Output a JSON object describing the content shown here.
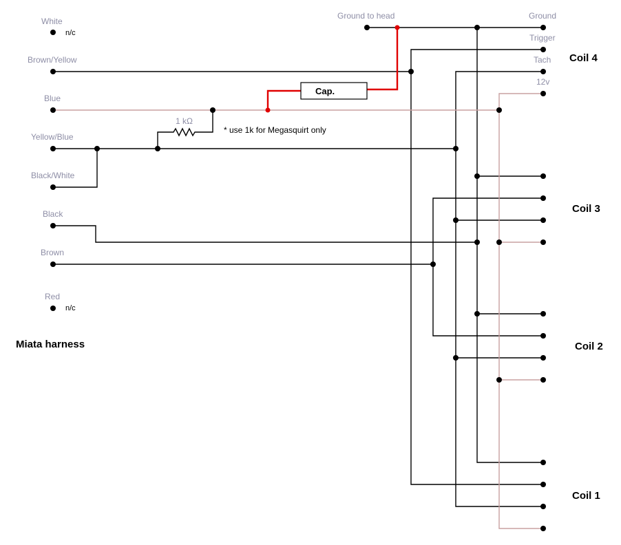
{
  "harness": {
    "title": "Miata harness",
    "wires": [
      {
        "name": "White",
        "note": "n/c"
      },
      {
        "name": "Brown/Yellow"
      },
      {
        "name": "Blue"
      },
      {
        "name": "Yellow/Blue"
      },
      {
        "name": "Black/White"
      },
      {
        "name": "Black"
      },
      {
        "name": "Brown"
      },
      {
        "name": "Red",
        "note": "n/c"
      }
    ]
  },
  "top": {
    "ground_to_head": "Ground to head",
    "terminals": [
      "Ground",
      "Trigger",
      "Tach",
      "12v"
    ]
  },
  "coils": [
    "Coil 4",
    "Coil 3",
    "Coil 2",
    "Coil 1"
  ],
  "components": {
    "resistor_label": "1 kΩ",
    "resistor_note": "* use 1k for Megasquirt only",
    "capacitor_label": "Cap."
  },
  "colors": {
    "wire": "#000000",
    "power_12v": "#c8a0a0",
    "capacitor_wire": "#e00000",
    "label": "#8e8ea6"
  }
}
